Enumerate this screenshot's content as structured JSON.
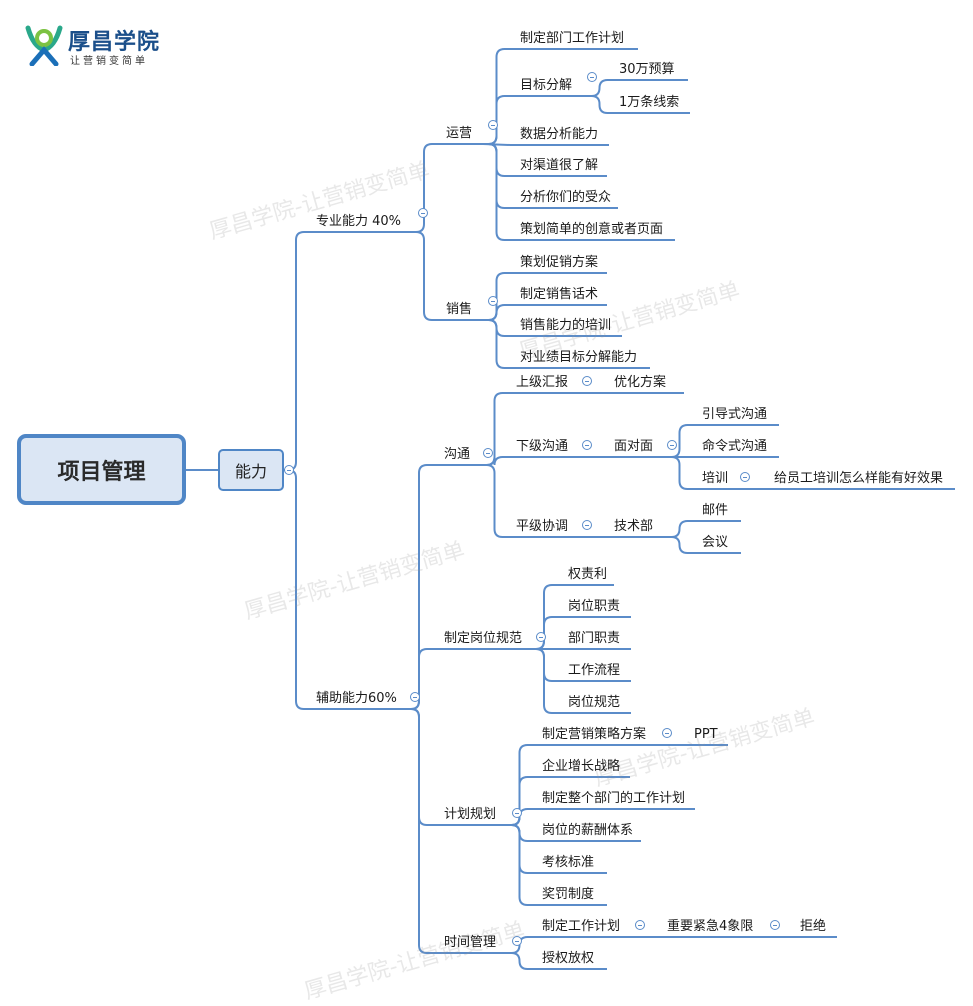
{
  "logo": {
    "name": "厚昌学院",
    "slogan": "让营销变简单"
  },
  "watermark": "厚昌学院-让营销变简单",
  "root": "项目管理",
  "main": "能力",
  "nodes": [
    {
      "id": "zy",
      "text": "专业能力 40%"
    },
    {
      "id": "yy",
      "text": "运营"
    },
    {
      "id": "yy1",
      "text": "制定部门工作计划"
    },
    {
      "id": "yy2",
      "text": "目标分解"
    },
    {
      "id": "yy2a",
      "text": "30万预算"
    },
    {
      "id": "yy2b",
      "text": "1万条线索"
    },
    {
      "id": "yy3",
      "text": "数据分析能力"
    },
    {
      "id": "yy4",
      "text": "对渠道很了解"
    },
    {
      "id": "yy5",
      "text": "分析你们的受众"
    },
    {
      "id": "yy6",
      "text": "策划简单的创意或者页面"
    },
    {
      "id": "xs",
      "text": "销售"
    },
    {
      "id": "xs1",
      "text": "策划促销方案"
    },
    {
      "id": "xs2",
      "text": "制定销售话术"
    },
    {
      "id": "xs3",
      "text": "销售能力的培训"
    },
    {
      "id": "xs4",
      "text": "对业绩目标分解能力"
    },
    {
      "id": "fz",
      "text": "辅助能力60%"
    },
    {
      "id": "gt",
      "text": "沟通"
    },
    {
      "id": "gt1",
      "text": "上级汇报"
    },
    {
      "id": "gt1a",
      "text": "优化方案"
    },
    {
      "id": "gt2",
      "text": "下级沟通"
    },
    {
      "id": "gt2a",
      "text": "面对面"
    },
    {
      "id": "gt2a1",
      "text": "引导式沟通"
    },
    {
      "id": "gt2a2",
      "text": "命令式沟通"
    },
    {
      "id": "gt2a3",
      "text": "培训"
    },
    {
      "id": "gt2a3a",
      "text": "给员工培训怎么样能有好效果"
    },
    {
      "id": "gt3",
      "text": "平级协调"
    },
    {
      "id": "gt3a",
      "text": "技术部"
    },
    {
      "id": "gt3a1",
      "text": "邮件"
    },
    {
      "id": "gt3a2",
      "text": "会议"
    },
    {
      "id": "gw",
      "text": "制定岗位规范"
    },
    {
      "id": "gw1",
      "text": "权责利"
    },
    {
      "id": "gw2",
      "text": "岗位职责"
    },
    {
      "id": "gw3",
      "text": "部门职责"
    },
    {
      "id": "gw4",
      "text": "工作流程"
    },
    {
      "id": "gw5",
      "text": "岗位规范"
    },
    {
      "id": "jh",
      "text": "计划规划"
    },
    {
      "id": "jh1",
      "text": "制定营销策略方案"
    },
    {
      "id": "jh1a",
      "text": "PPT"
    },
    {
      "id": "jh2",
      "text": "企业增长战略"
    },
    {
      "id": "jh3",
      "text": "制定整个部门的工作计划"
    },
    {
      "id": "jh4",
      "text": "岗位的薪酬体系"
    },
    {
      "id": "jh5",
      "text": "考核标准"
    },
    {
      "id": "jh6",
      "text": "奖罚制度"
    },
    {
      "id": "sj",
      "text": "时间管理"
    },
    {
      "id": "sj1",
      "text": "制定工作计划"
    },
    {
      "id": "sj1a",
      "text": "重要紧急4象限"
    },
    {
      "id": "sj1a1",
      "text": "拒绝"
    },
    {
      "id": "sj2",
      "text": "授权放权"
    }
  ]
}
